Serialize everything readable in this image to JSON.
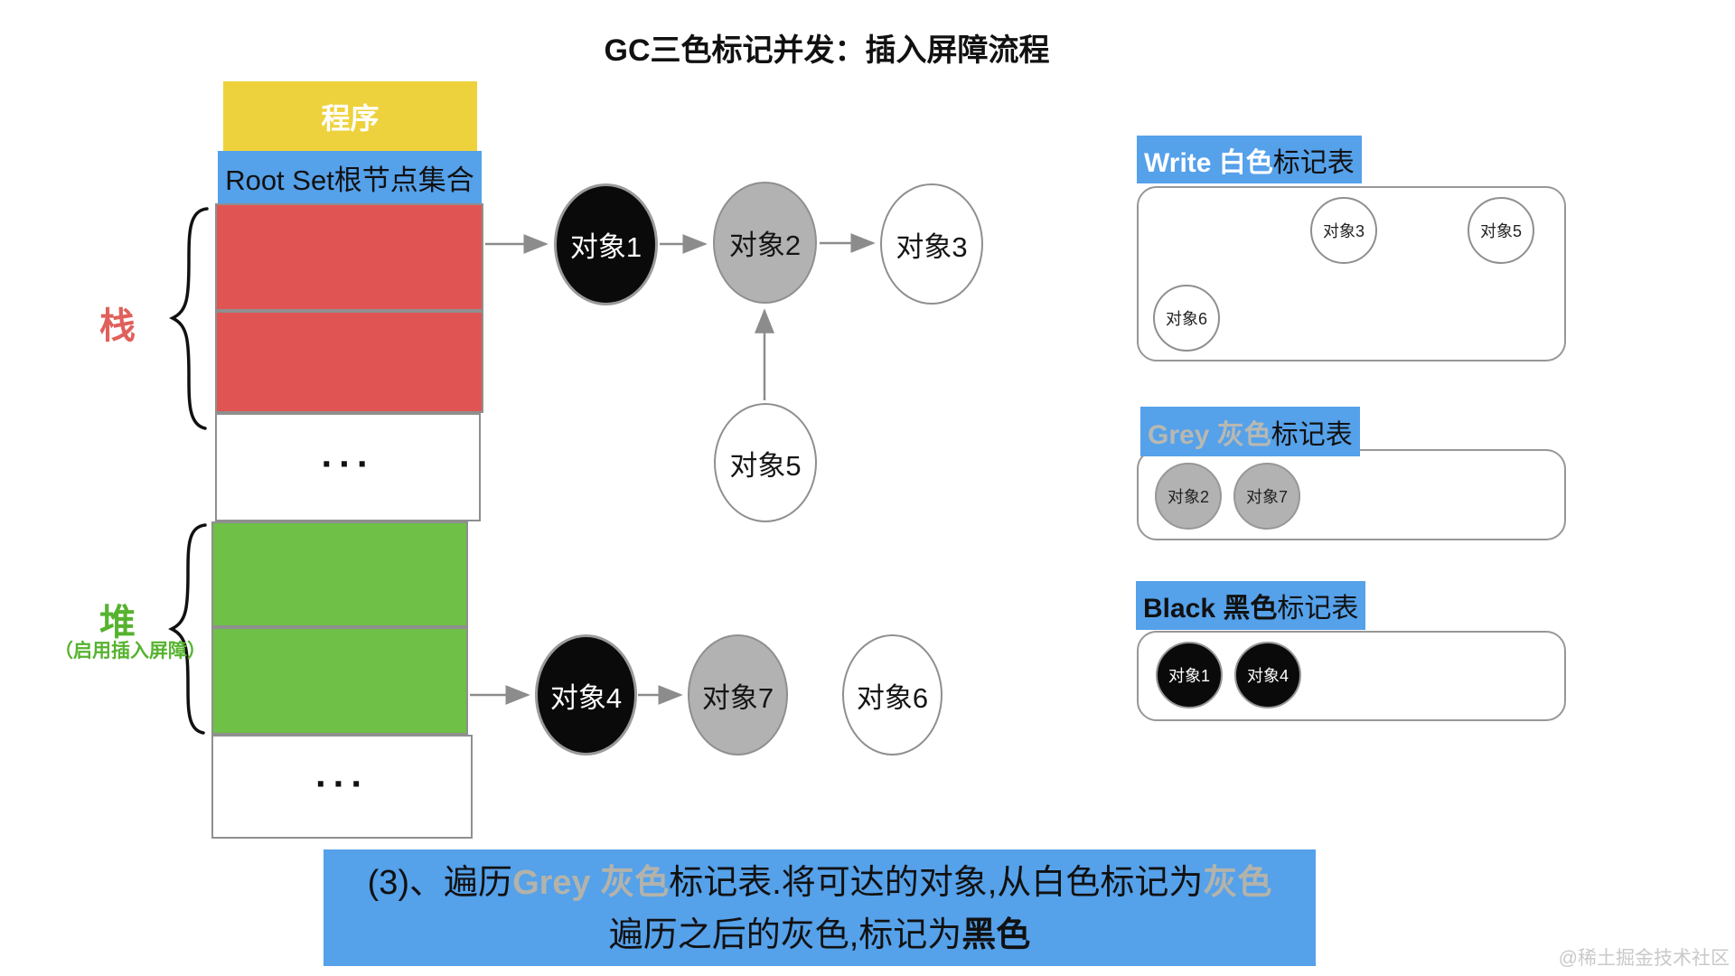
{
  "title": "GC三色标记并发：插入屏障流程",
  "memory": {
    "program": "程序",
    "root_set": "Root Set根节点集合",
    "stack_label": "栈",
    "heap_label": "堆",
    "heap_note": "（启用插入屏障）",
    "ellipsis": "..."
  },
  "nodes": {
    "obj1": {
      "label": "对象1",
      "color": "black"
    },
    "obj2": {
      "label": "对象2",
      "color": "grey"
    },
    "obj3": {
      "label": "对象3",
      "color": "white"
    },
    "obj5": {
      "label": "对象5",
      "color": "white"
    },
    "obj4": {
      "label": "对象4",
      "color": "black"
    },
    "obj7": {
      "label": "对象7",
      "color": "grey"
    },
    "obj6": {
      "label": "对象6",
      "color": "white"
    }
  },
  "tables": {
    "white": {
      "title_accent": "Write 白色",
      "title_rest": "标记表",
      "items": [
        "对象3",
        "对象5",
        "对象6"
      ]
    },
    "grey": {
      "title_accent": "Grey 灰色",
      "title_rest": "标记表",
      "items": [
        "对象2",
        "对象7"
      ]
    },
    "black": {
      "title_accent": "Black 黑色",
      "title_rest": "标记表",
      "items": [
        "对象1",
        "对象4"
      ]
    }
  },
  "caption": {
    "line1": {
      "part1": "(3)、遍历",
      "part2_grey": "Grey 灰色",
      "part3": "标记表.将可达的对象,从白色标记为",
      "part4_grey": "灰色"
    },
    "line2": {
      "part1": "遍历之后的灰色,标记为",
      "part2_bold": "黑色"
    }
  },
  "watermark": "@稀土掘金技术社区",
  "colors": {
    "blue": "#55a1ea",
    "yellow": "#eed23d",
    "red": "#e05553",
    "green": "#6ec046",
    "red_text": "#e0605c",
    "green_text": "#56b32f",
    "black_node": "#0a0a0a",
    "grey_node": "#b2b2b2",
    "border_grey": "#8f8f8f",
    "caption_grey": "#b3b3ab",
    "watermark_grey": "#c9c9c9"
  }
}
